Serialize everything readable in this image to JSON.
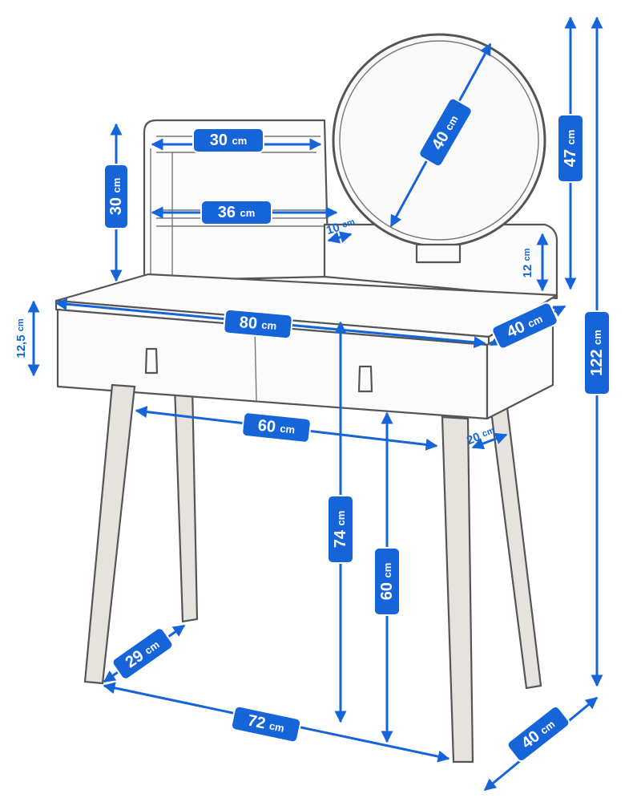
{
  "title": "Vanity table dimensions",
  "colors": {
    "dimension": "#1565d8",
    "outline": "#555555"
  },
  "dimensions": {
    "shelf_top_width": {
      "value": "30",
      "unit": "cm"
    },
    "shelf_bottom_width": {
      "value": "36",
      "unit": "cm"
    },
    "shelf_depth": {
      "value": "10",
      "unit": "cm"
    },
    "shelf_unit_height": {
      "value": "30",
      "unit": "cm"
    },
    "mirror_diameter": {
      "value": "40",
      "unit": "cm"
    },
    "mirror_height": {
      "value": "47",
      "unit": "cm"
    },
    "total_height": {
      "value": "122",
      "unit": "cm"
    },
    "backboard_height": {
      "value": "12",
      "unit": "cm"
    },
    "drawer_height": {
      "value": "12,5",
      "unit": "cm"
    },
    "top_width": {
      "value": "80",
      "unit": "cm"
    },
    "top_depth": {
      "value": "40",
      "unit": "cm"
    },
    "leg_inner_width": {
      "value": "60",
      "unit": "cm"
    },
    "leg_thickness": {
      "value": "20",
      "unit": "cm"
    },
    "table_height": {
      "value": "74",
      "unit": "cm"
    },
    "clearance_height": {
      "value": "60",
      "unit": "cm"
    },
    "leg_base_depth": {
      "value": "29",
      "unit": "cm"
    },
    "leg_base_width": {
      "value": "72",
      "unit": "cm"
    },
    "base_depth": {
      "value": "40",
      "unit": "cm"
    }
  }
}
